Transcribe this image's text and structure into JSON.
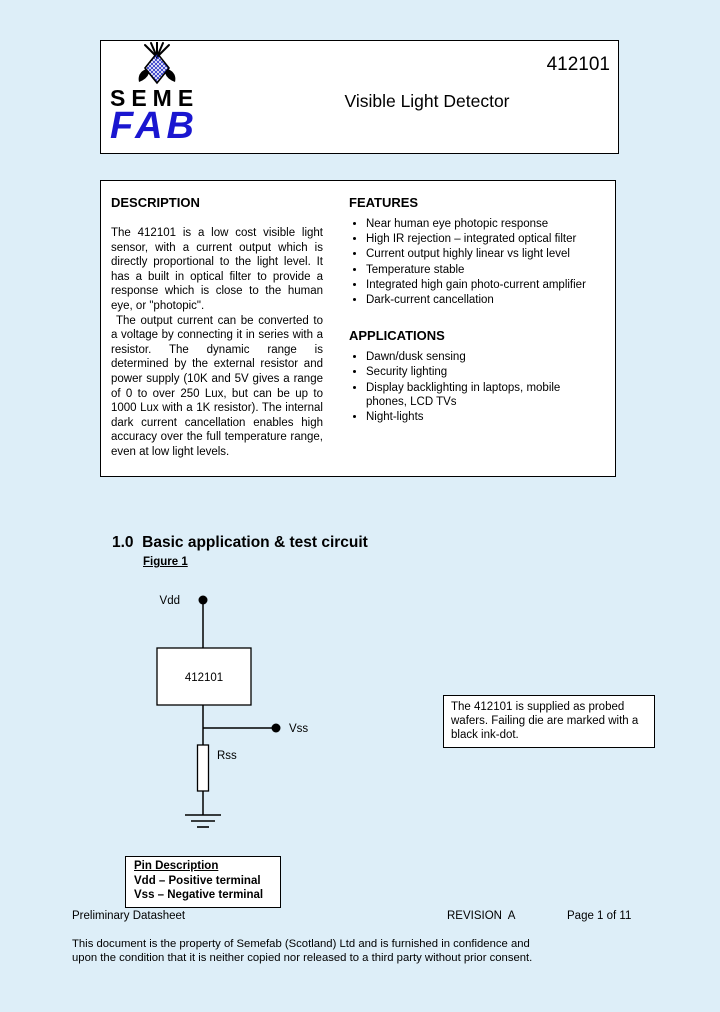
{
  "colors": {
    "page_bg": "#ddeef8",
    "logo_fab_blue": "#1a16d0"
  },
  "header": {
    "part_number": "412101",
    "title": "Visible Light Detector",
    "logo": {
      "seme": "SEME",
      "fab": "FAB"
    }
  },
  "description": {
    "heading": "DESCRIPTION",
    "para1": "The 412101 is a low cost visible light sensor, with a current output which is directly proportional to the light level. It has a built in optical filter to provide a response which is close to the human eye, or \"photopic\".",
    "para2": "The output current can be converted to a voltage by connecting it in series with a resistor. The dynamic range is determined by the external resistor and power supply (10K and 5V gives a range of 0 to over 250 Lux, but can be up to 1000 Lux with a 1K resistor). The internal dark current cancellation enables high accuracy over the full temperature range, even at low light levels."
  },
  "features": {
    "heading": "FEATURES",
    "items": [
      "Near human eye photopic response",
      "High IR rejection – integrated optical filter",
      "Current output highly linear vs light level",
      "Temperature stable",
      "Integrated high gain photo-current amplifier",
      "Dark-current cancellation"
    ]
  },
  "applications": {
    "heading": "APPLICATIONS",
    "items": [
      "Dawn/dusk sensing",
      "Security lighting",
      "Display backlighting in laptops, mobile phones, LCD TVs",
      "Night-lights"
    ]
  },
  "section": {
    "title": "1.0  Basic application & test circuit",
    "figure_label": "Figure 1"
  },
  "circuit": {
    "vdd_label": "Vdd",
    "vss_label": "Vss",
    "rss_label": "Rss",
    "chip_label": "412101"
  },
  "note_box": {
    "text": "The 412101 is supplied as probed wafers. Failing die are marked with a black ink-dot."
  },
  "pin_description": {
    "heading": "Pin Description",
    "vdd_line": "Vdd – Positive terminal",
    "vss_line": "Vss – Negative terminal"
  },
  "footer": {
    "left": "Preliminary Datasheet",
    "revision": "REVISION  A",
    "page": "Page 1 of 11",
    "disclaimer": "This document is the property of Semefab (Scotland) Ltd and is furnished in confidence and upon the condition that it is neither copied nor released to a third party without prior consent."
  }
}
